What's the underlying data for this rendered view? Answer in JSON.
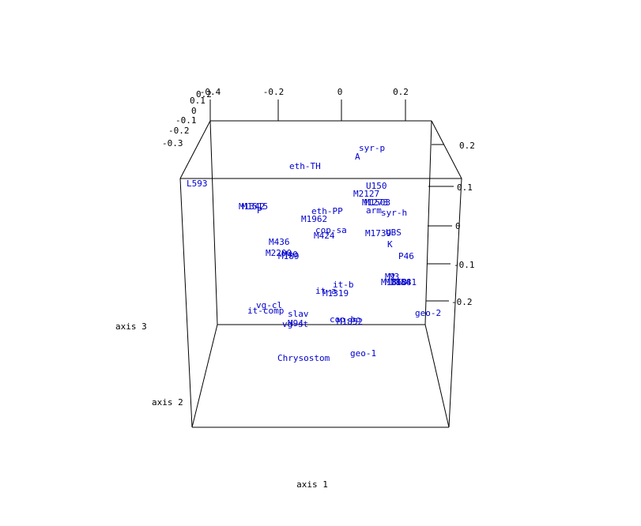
{
  "chart_data": {
    "type": "scatter3d",
    "title": "",
    "xlabel": "axis 1",
    "ylabel": "axis 2",
    "zlabel": "axis 3",
    "ticks": {
      "top": [
        "-0.4",
        "-0.2",
        "0",
        "0.2"
      ],
      "left_depth": [
        "0.2",
        "0.1",
        "0",
        "-0.1",
        "-0.2",
        "-0.3"
      ],
      "right": [
        "0.2",
        "0.1",
        "0",
        "-0.1",
        "-0.2"
      ]
    },
    "points": [
      {
        "label": "syr-p"
      },
      {
        "label": "A"
      },
      {
        "label": "eth-TH"
      },
      {
        "label": "L593"
      },
      {
        "label": "U150"
      },
      {
        "label": "M2127"
      },
      {
        "label": "M1273"
      },
      {
        "label": "M1503"
      },
      {
        "label": "M1342"
      },
      {
        "label": "M1515"
      },
      {
        "label": "P"
      },
      {
        "label": "eth-PP"
      },
      {
        "label": "arm"
      },
      {
        "label": "syr-h"
      },
      {
        "label": "M1962"
      },
      {
        "label": "cop-sa"
      },
      {
        "label": "M424"
      },
      {
        "label": "M1739"
      },
      {
        "label": "UBS"
      },
      {
        "label": "K"
      },
      {
        "label": "M436"
      },
      {
        "label": "P46"
      },
      {
        "label": "M2200"
      },
      {
        "label": "M189"
      },
      {
        "label": "M40"
      },
      {
        "label": "M2"
      },
      {
        "label": "M3"
      },
      {
        "label": "M1881"
      },
      {
        "label": "M1860"
      },
      {
        "label": "M1854"
      },
      {
        "label": "it-b"
      },
      {
        "label": "it-a"
      },
      {
        "label": "M1319"
      },
      {
        "label": "vg-cl"
      },
      {
        "label": "it-comp"
      },
      {
        "label": "geo-2"
      },
      {
        "label": "slav"
      },
      {
        "label": "cop-bo"
      },
      {
        "label": "M1852"
      },
      {
        "label": "vg-st"
      },
      {
        "label": "M94"
      },
      {
        "label": "Chrysostom"
      },
      {
        "label": "geo-1"
      }
    ]
  }
}
